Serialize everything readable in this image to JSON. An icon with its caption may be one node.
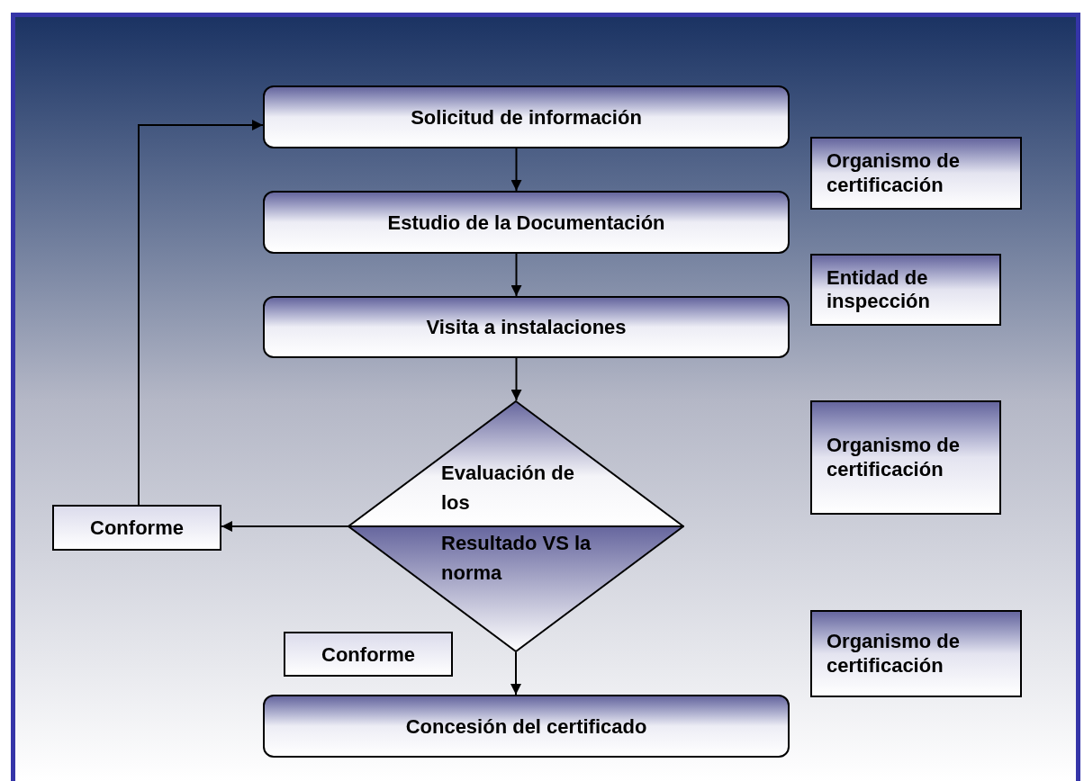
{
  "diagram": {
    "nodes": [
      {
        "text": [
          "Solicitud de información"
        ]
      },
      {
        "text": [
          "Estudio de la Documentación"
        ]
      },
      {
        "text": [
          "Visita a instalaciones"
        ]
      },
      {
        "text": [
          "Evaluación de los",
          "Resultado VS la norma"
        ]
      },
      {
        "text": [
          "Conforme"
        ]
      },
      {
        "text": [
          "Conforme"
        ]
      },
      {
        "text": [
          "Concesión del certificado"
        ]
      },
      {
        "text": [
          "Organismo de certificación"
        ]
      },
      {
        "text": [
          "Entidad de inspección"
        ]
      },
      {
        "text": [
          "Organismo de certificación"
        ]
      },
      {
        "text": [
          "Organismo de certificación"
        ]
      }
    ],
    "edges": [
      {
        "from": 0,
        "to": 1,
        "arrow": "to"
      },
      {
        "from": 1,
        "to": 2,
        "arrow": "to"
      },
      {
        "from": 2,
        "to": 3,
        "arrow": "to"
      },
      {
        "from": 3,
        "to": 4,
        "arrow": "to"
      },
      {
        "from": 4,
        "to": 0,
        "arrow": "to"
      },
      {
        "from": 3,
        "to": 6,
        "arrow": "to"
      }
    ]
  }
}
